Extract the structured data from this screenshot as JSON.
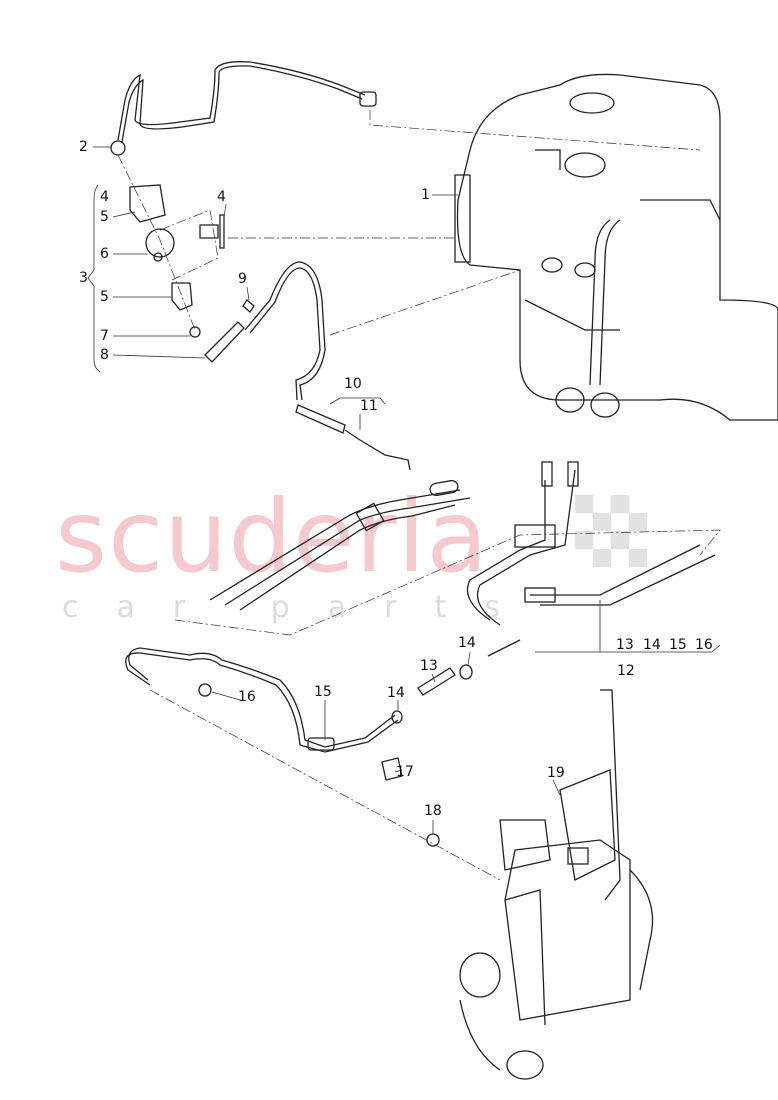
{
  "watermark": {
    "brand": "scuderia",
    "sub": "car parts",
    "brand_color": "#f3b8bd",
    "sub_color": "#d9d9d9"
  },
  "callouts": [
    {
      "id": "2",
      "text": "2"
    },
    {
      "id": "4a",
      "text": "4"
    },
    {
      "id": "5a",
      "text": "5"
    },
    {
      "id": "6",
      "text": "6"
    },
    {
      "id": "3",
      "text": "3"
    },
    {
      "id": "5b",
      "text": "5"
    },
    {
      "id": "7",
      "text": "7"
    },
    {
      "id": "8",
      "text": "8"
    },
    {
      "id": "4b",
      "text": "4"
    },
    {
      "id": "9",
      "text": "9"
    },
    {
      "id": "1",
      "text": "1"
    },
    {
      "id": "10",
      "text": "10"
    },
    {
      "id": "11",
      "text": "11"
    },
    {
      "id": "13a",
      "text": "13"
    },
    {
      "id": "14a",
      "text": "14"
    },
    {
      "id": "15a",
      "text": "15"
    },
    {
      "id": "16a",
      "text": "16"
    },
    {
      "id": "12",
      "text": "12"
    },
    {
      "id": "14b",
      "text": "14"
    },
    {
      "id": "13b",
      "text": "13"
    },
    {
      "id": "14c",
      "text": "14"
    },
    {
      "id": "15b",
      "text": "15"
    },
    {
      "id": "16b",
      "text": "16"
    },
    {
      "id": "17",
      "text": "17"
    },
    {
      "id": "18",
      "text": "18"
    },
    {
      "id": "19",
      "text": "19"
    }
  ]
}
